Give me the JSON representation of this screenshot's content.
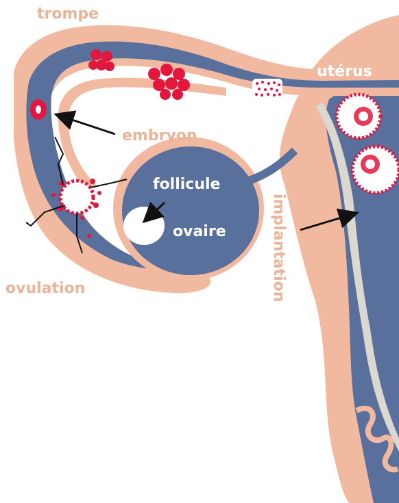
{
  "labels": {
    "trompe": "trompe",
    "uterus": "utérus",
    "embryon": "embryon",
    "follicule": "follicule",
    "ovaire": "ovaire",
    "implantation": "implantation",
    "ovulation": "ovulation"
  },
  "colors": {
    "tissue": "#f0b9a0",
    "lumen": "#59709c",
    "endometrium": "#dcd8d0",
    "cell": "#e2173d",
    "arrow": "#111111",
    "label_peach": "#e8b59a",
    "label_white": "#ffffff"
  }
}
